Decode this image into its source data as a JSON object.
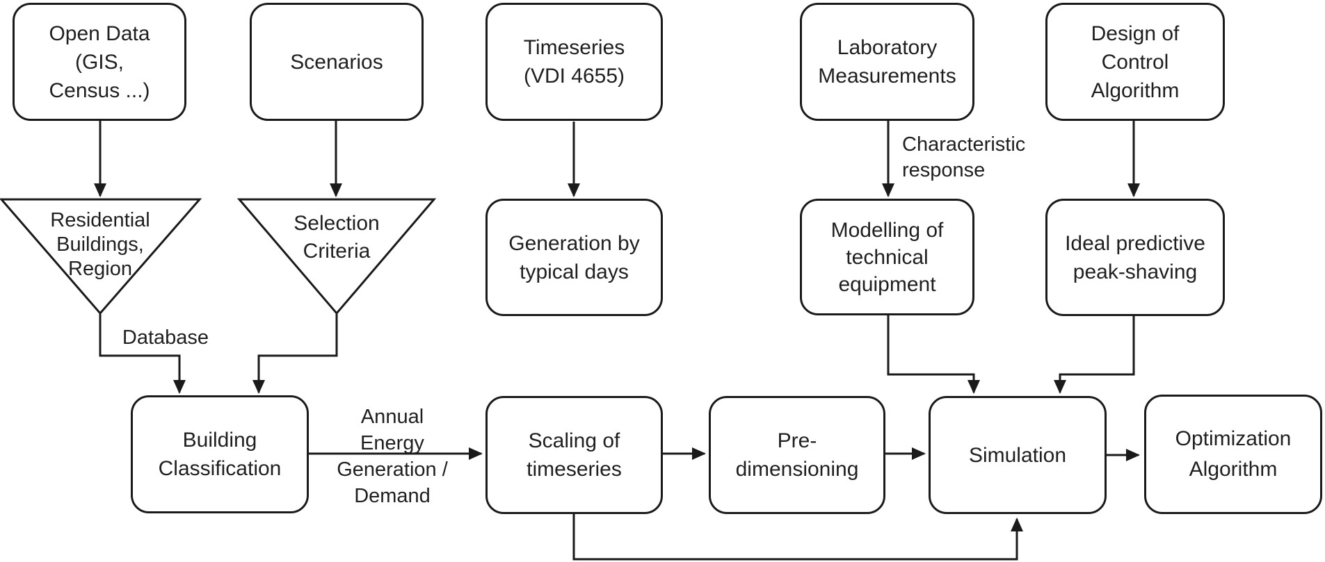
{
  "diagram": {
    "colors": {
      "stroke": "#1a1a1a",
      "text": "#1f1f1f",
      "background": "#ffffff"
    },
    "nodes": {
      "open_data": {
        "lines": [
          "Open Data",
          "(GIS,",
          "Census ...)"
        ]
      },
      "scenarios": {
        "lines": [
          "Scenarios"
        ]
      },
      "timeseries": {
        "lines": [
          "Timeseries",
          "(VDI 4655)"
        ]
      },
      "laboratory": {
        "lines": [
          "Laboratory",
          "Measurements"
        ]
      },
      "design": {
        "lines": [
          "Design of",
          "Control",
          "Algorithm"
        ]
      },
      "residential": {
        "lines": [
          "Residential",
          "Buildings,",
          "Region"
        ]
      },
      "selection": {
        "lines": [
          "Selection",
          "Criteria"
        ]
      },
      "generation": {
        "lines": [
          "Generation by",
          "typical days"
        ]
      },
      "modelling": {
        "lines": [
          "Modelling of",
          "technical",
          "equipment"
        ]
      },
      "ideal": {
        "lines": [
          "Ideal predictive",
          "peak-shaving"
        ]
      },
      "building": {
        "lines": [
          "Building",
          "Classification"
        ]
      },
      "scaling": {
        "lines": [
          "Scaling of",
          "timeseries"
        ]
      },
      "predimensioning": {
        "lines": [
          "Pre-",
          "dimensioning"
        ]
      },
      "simulation": {
        "lines": [
          "Simulation"
        ]
      },
      "optimization": {
        "lines": [
          "Optimization",
          "Algorithm"
        ]
      }
    },
    "edge_labels": {
      "database": {
        "lines": [
          "Database"
        ]
      },
      "characteristic": {
        "lines": [
          "Characteristic",
          "response"
        ]
      },
      "annual": {
        "lines": [
          "Annual",
          "Energy",
          "Generation /",
          "Demand"
        ]
      }
    }
  }
}
